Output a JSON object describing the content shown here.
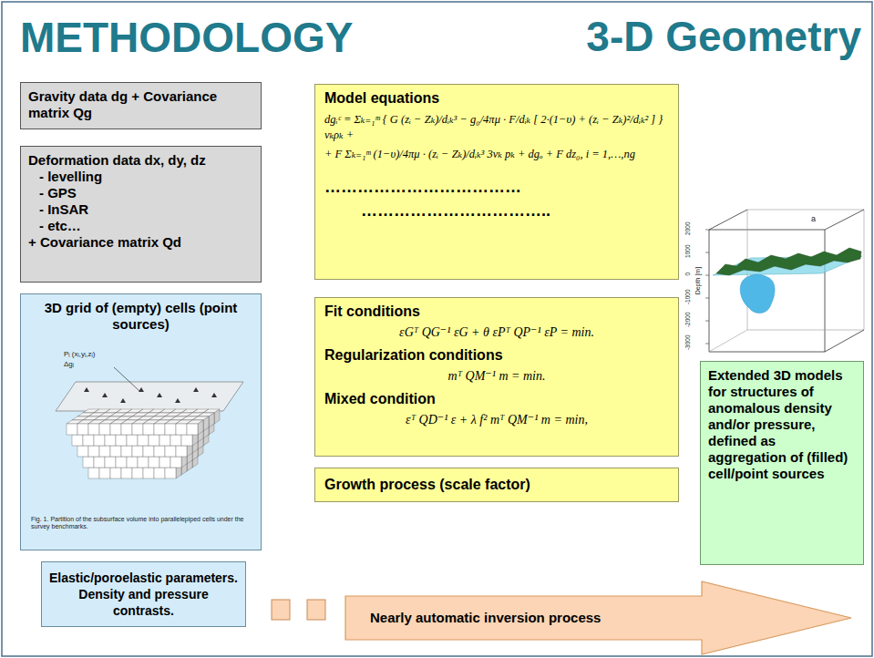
{
  "diagram": {
    "title": "METHODOLOGY",
    "nodes": [
      {
        "text": [
          "Gravity data dg + Covariance matrix Qg"
        ]
      },
      {
        "text": [
          "Deformation data dx, dy, dz",
          "- levelling",
          "- GPS",
          "- InSAR",
          "- etc…",
          "+ Covariance matrix Qd"
        ]
      },
      {
        "text": [
          "3D grid of (empty) cells (point sources)"
        ]
      },
      {
        "text": [
          "Elastic/poroelastic parameters.",
          "Density and pressure contrasts."
        ]
      },
      {
        "text": [
          "Model equations",
          "dgᵢᶜ = Σₖ₌₁ᵐ { G (zᵢ − Zₖ)/dᵢₖ³ − g₀/4πμ · F/dᵢₖ [ 2·(1−υ) + (zᵢ − Zₖ)²/dᵢₖ² ] } vₖρₖ +",
          "+ F Σₖ₌₁ᵐ (1−υ)/4πμ · (zᵢ − Zₖ)/dᵢₖ³ 3vₖ pₖ + dgₒ + F dz₀,   i = 1,…,ng",
          "………………………………",
          "…………………………….."
        ]
      },
      {
        "text": [
          "Fit conditions",
          "εGᵀ QG⁻¹ εG + θ εPᵀ QP⁻¹ εP = min.",
          "Regularization conditions",
          "mᵀ QM⁻¹ m = min.",
          "Mixed condition",
          "εᵀ QD⁻¹ ε + λ f² mᵀ QM⁻¹ m = min,"
        ]
      },
      {
        "text": [
          "Growth process (scale factor)"
        ]
      },
      {
        "text": [
          "Extended 3D models for structures of anomalous density and/or pressure, defined as aggregation of (filled) cell/point sources"
        ]
      },
      {
        "text": [
          "Nearly automatic inversion process"
        ]
      }
    ],
    "labels": [
      "3-D Geometry",
      "Pᵢ (xᵢ,yᵢ,zᵢ)",
      "Δgᵢ",
      "Fig. 1. Partition of the subsurface volume into parallelepiped cells under the survey benchmarks.",
      "a",
      "Depth [m]",
      "2000",
      "1000",
      "0",
      "-1000",
      "-2000",
      "-3000"
    ]
  }
}
